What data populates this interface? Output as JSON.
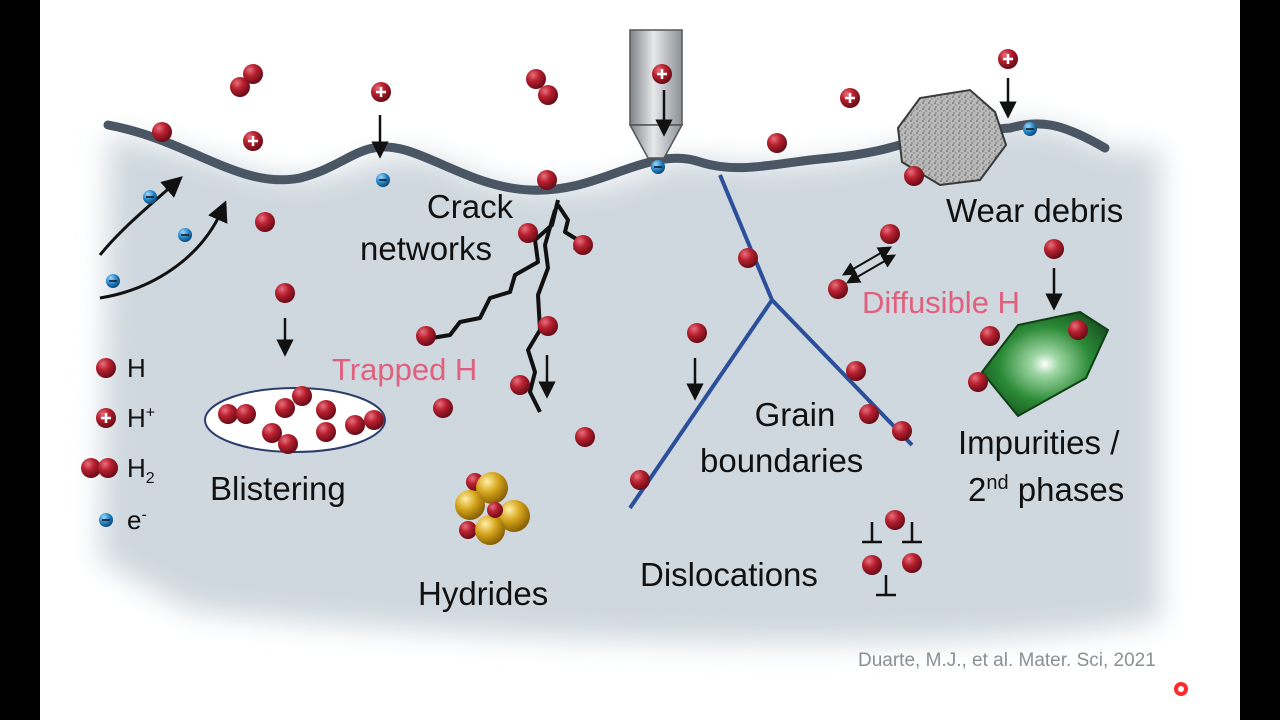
{
  "labels": {
    "crack": "Crack",
    "networks": "networks",
    "wear_debris": "Wear debris",
    "diffusible_h": "Diffusible H",
    "trapped_h": "Trapped H",
    "blistering": "Blistering",
    "hydrides": "Hydrides",
    "grain": "Grain",
    "boundaries": "boundaries",
    "dislocations": "Dislocations",
    "impurities": "Impurities /",
    "phases_num": "2",
    "phases_sup": "nd",
    "phases_rest": " phases"
  },
  "legend": {
    "h": "H",
    "h_plus": "H",
    "h_plus_sup": "+",
    "h2": "H",
    "h2_sub": "2",
    "e": "e",
    "e_sup": "-"
  },
  "citation": "Duarte, M.J., et al. Mater. Sci, 2021",
  "colors": {
    "atom": "#a8182d",
    "electron": "#1f7fc0",
    "bulk": "#cfd8df",
    "surface": "#4a5663",
    "grain_boundary": "#2b4f9a",
    "hydride": "#d4a21c",
    "second_phase": "#1f6b28",
    "label_pink": "#e0607e",
    "background": "#ffffff"
  }
}
